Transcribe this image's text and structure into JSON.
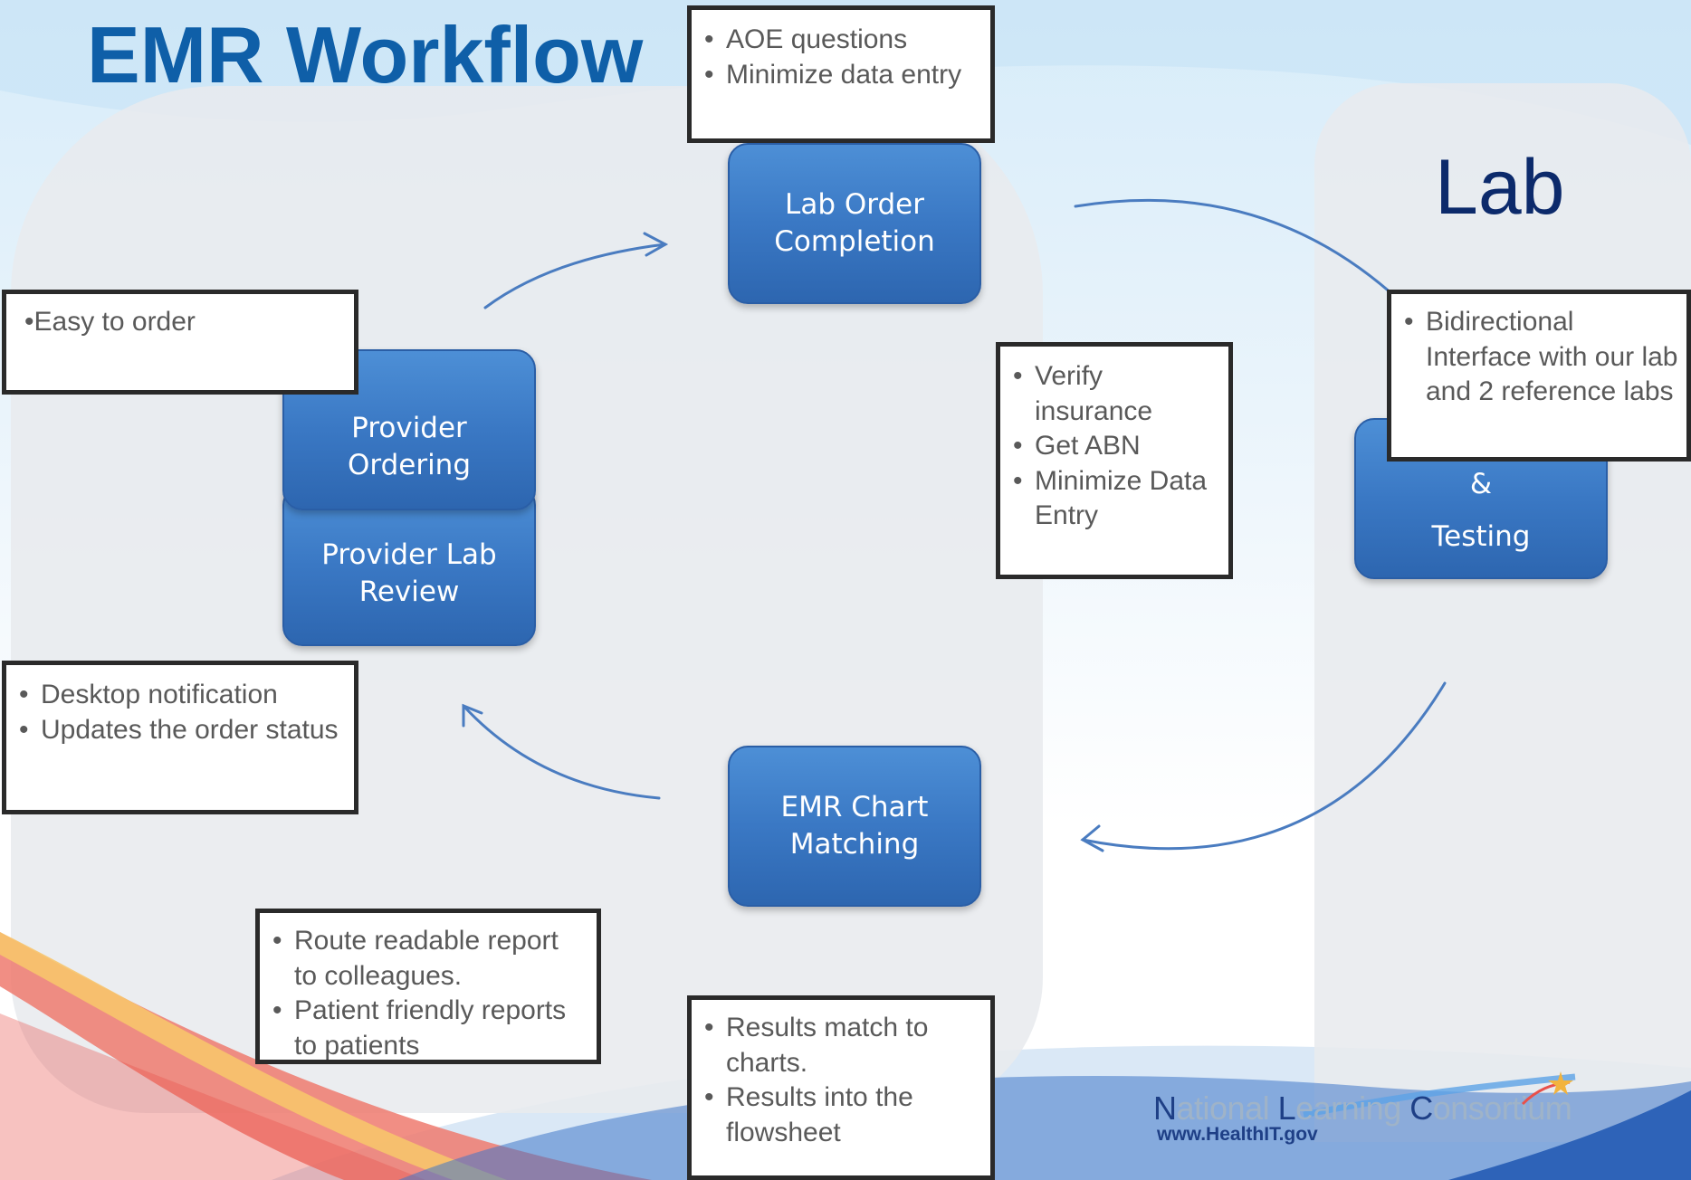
{
  "title": "EMR Workflow",
  "lab_heading": "Lab",
  "nodes": {
    "lab_order": [
      "Lab Order",
      "Completion"
    ],
    "provider_ordering": [
      "Provider",
      "Ordering"
    ],
    "provider_review": [
      "Provider Lab",
      "Review"
    ],
    "chart_matching": [
      "EMR Chart",
      "Matching"
    ],
    "lab_testing": [
      "&",
      "Testing"
    ]
  },
  "notes": {
    "aoe": [
      "AOE questions",
      "Minimize data entry"
    ],
    "easy": "•Easy to order",
    "verify": [
      "Verify insurance",
      "Get ABN",
      "Minimize Data Entry"
    ],
    "bidirectional": [
      "Bidirectional Interface with our lab and 2 reference labs"
    ],
    "desktop": [
      "Desktop notification",
      "Updates the order status"
    ],
    "route": [
      "Route readable report to colleagues.",
      "Patient friendly reports to patients"
    ],
    "results": [
      "Results match to charts.",
      "Results into the flowsheet"
    ]
  },
  "logo": {
    "word1_initial": "N",
    "word1_rest": "ational ",
    "word2_initial": "L",
    "word2_rest": "earning ",
    "word3_initial": "C",
    "word3_rest": "onsortium",
    "url": "www.HealthIT.gov"
  },
  "colors": {
    "title": "#0f5fa8",
    "node_fill": "#3a78c4",
    "arrow": "#4a7cc0",
    "lab_heading": "#0c2a6b",
    "note_text": "#595959"
  }
}
